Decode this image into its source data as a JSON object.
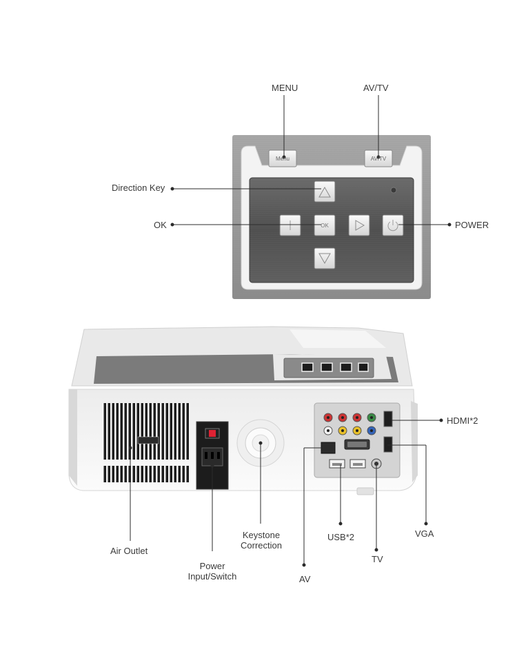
{
  "labels": {
    "menu": "MENU",
    "av_tv": "AV/TV",
    "direction_key": "Direction Key",
    "ok": "OK",
    "power": "POWER",
    "hdmi": "HDMI*2",
    "vga": "VGA",
    "usb": "USB*2",
    "tv": "TV",
    "av": "AV",
    "keystone": "Keystone\nCorrection",
    "power_input": "Power\nInput/Switch",
    "air_outlet": "Air Outlet"
  },
  "buttons": {
    "menu": "Menu",
    "av_tv": "AV/TV",
    "ok": "OK"
  },
  "colors": {
    "panel_frame": "#9b9b9b",
    "panel_inner": "#5a5a5a",
    "body_white": "#f2f2f2",
    "leader": "#2b2b2b"
  }
}
